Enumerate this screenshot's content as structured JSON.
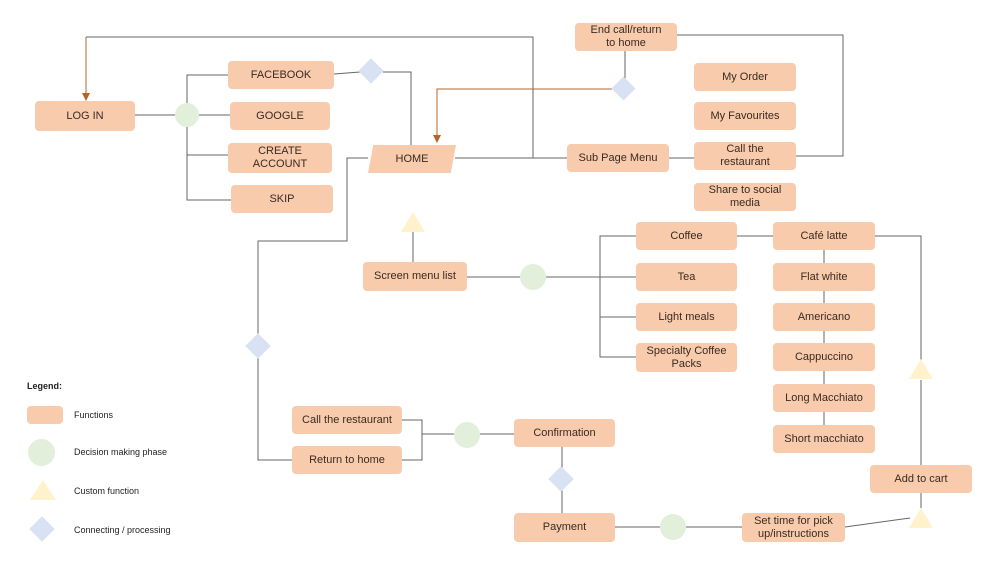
{
  "nodes": {
    "login": "LOG IN",
    "facebook": "FACEBOOK",
    "google": "GOOGLE",
    "create_account": "CREATE\nACCOUNT",
    "skip": "SKIP",
    "home": "HOME",
    "end_call": "End call/return\nto home",
    "sub_page_menu": "Sub Page Menu",
    "my_order": "My Order",
    "my_favourites": "My Favourites",
    "call_restaurant_sub": "Call the\nrestaurant",
    "share_social": "Share to social\nmedia",
    "screen_menu_list": "Screen menu list",
    "coffee": "Coffee",
    "tea": "Tea",
    "light_meals": "Light meals",
    "specialty_packs": "Specialty Coffee\nPacks",
    "cafe_latte": "Café latte",
    "flat_white": "Flat white",
    "americano": "Americano",
    "cappuccino": "Cappuccino",
    "long_macchiato": "Long Macchiato",
    "short_macchiato": "Short macchiato",
    "add_to_cart": "Add to cart",
    "set_time": "Set time for pick\nup/instructions",
    "payment": "Payment",
    "confirmation": "Confirmation",
    "call_restaurant": "Call the restaurant",
    "return_home": "Return to home"
  },
  "legend": {
    "title": "Legend:",
    "functions": "Functions",
    "decision": "Decision making phase",
    "custom": "Custom function",
    "connecting": "Connecting / processing"
  },
  "colors": {
    "function": "#f8cbad",
    "decision": "#e2efda",
    "custom": "#fff2cc",
    "connecting": "#d9e2f3",
    "line": "#555555",
    "arrow": "#b5652a"
  }
}
